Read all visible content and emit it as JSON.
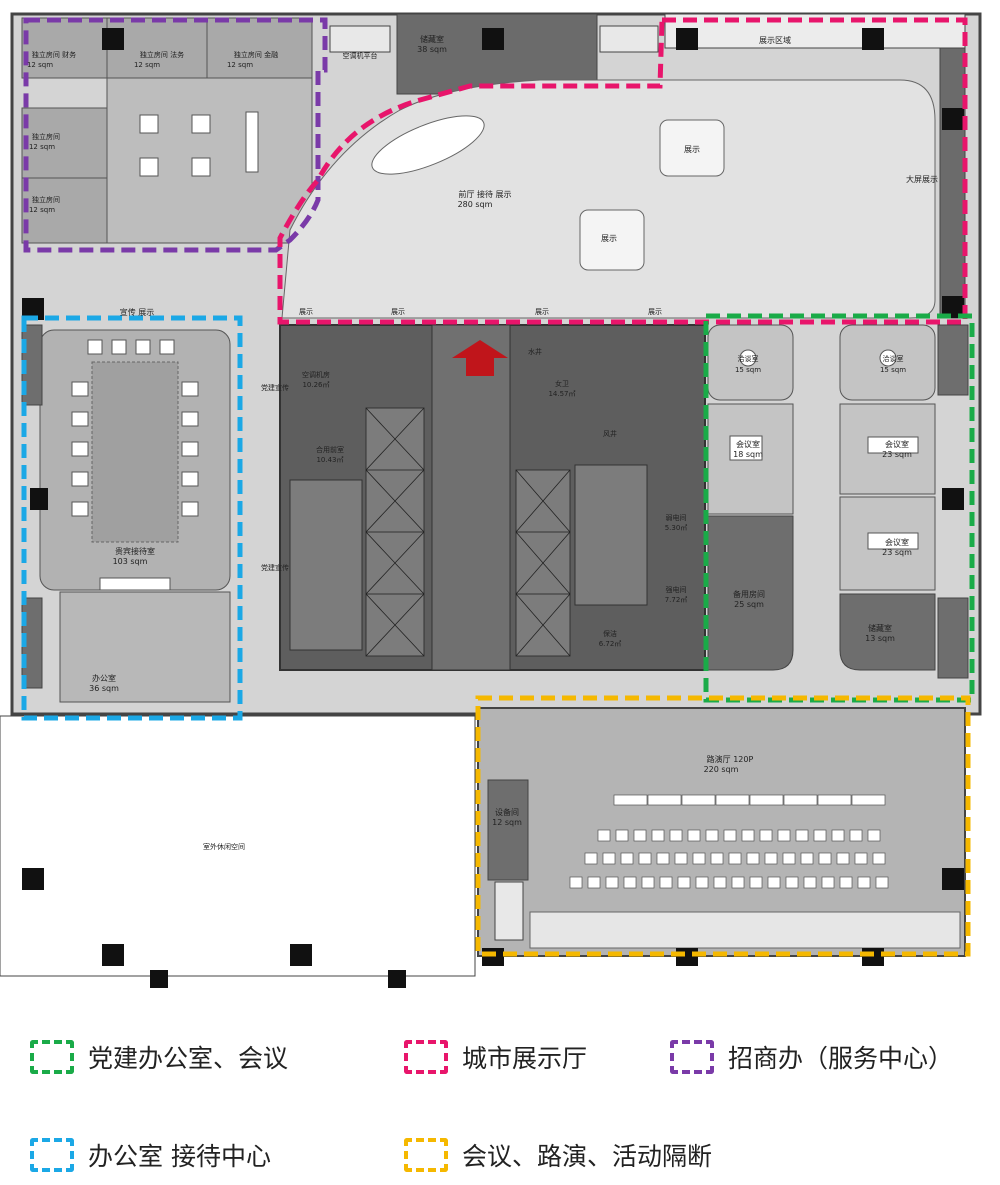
{
  "rooms": {
    "r1": {
      "name": "独立房间 财务",
      "area": "12 sqm"
    },
    "r2": {
      "name": "独立房间 法务",
      "area": "12 sqm"
    },
    "r3": {
      "name": "独立房间 金融",
      "area": "12 sqm"
    },
    "r4": {
      "name": "独立房间",
      "area": "12 sqm"
    },
    "r5": {
      "name": "独立房间",
      "area": "12 sqm"
    },
    "storage_top": {
      "name": "储藏室",
      "area": "38 sqm"
    },
    "exhibit_zone": {
      "name": "展示区域"
    },
    "bigscreen": {
      "name": "大屏展示"
    },
    "lobby": {
      "name": "前厅 接待 展示",
      "area": "280 sqm"
    },
    "show1": "展示",
    "show2": "展示",
    "propaganda": "宣传 展示",
    "vip": {
      "name": "贵宾接待室",
      "area": "103 sqm"
    },
    "office": {
      "name": "办公室",
      "area": "36 sqm"
    },
    "neg1": {
      "name": "洽谈室",
      "area": "15 sqm"
    },
    "neg2": {
      "name": "洽谈室",
      "area": "15 sqm"
    },
    "meet18": {
      "name": "会议室",
      "area": "18 sqm"
    },
    "meet23a": {
      "name": "会议室",
      "area": "23 sqm"
    },
    "meet23b": {
      "name": "会议室",
      "area": "23 sqm"
    },
    "spare": {
      "name": "备用房间",
      "area": "25 sqm"
    },
    "storage_r": {
      "name": "储藏室",
      "area": "13 sqm"
    },
    "road": {
      "name": "路演厅 120P",
      "area": "220 sqm"
    },
    "equip": {
      "name": "设备间",
      "area": "12 sqm"
    },
    "outdoor": "室外休闲空间",
    "party1": "党建宣传",
    "party2": "党建宣传",
    "core_ac": "空调机房",
    "core_ac_area": "10.26㎡",
    "core_mix": "合用前室",
    "core_mix_area": "10.43㎡",
    "core_wc_f": "女卫",
    "core_wc_f_area": "14.57㎡",
    "core_elec": "弱电间",
    "core_elec_area": "5.30㎡",
    "core_strong": "强电间",
    "core_strong_area": "7.72㎡",
    "core_cleaning": "保洁",
    "core_cleaning_area": "6.72㎡",
    "core_water": "水井",
    "core_wind": "风井",
    "ac_platform": "空调机平台",
    "top_show": [
      "展示",
      "展示",
      "展示",
      "展示"
    ]
  },
  "legend": [
    {
      "label": "党建办公室、会议",
      "color": "#1aab48"
    },
    {
      "label": "城市展示厅",
      "color": "#e8156b"
    },
    {
      "label": "招商办（服务中心）",
      "color": "#7a3aa8"
    },
    {
      "label": "办公室  接待中心",
      "color": "#1ba8e6"
    },
    {
      "label": "会议、路演、活动隔断",
      "color": "#f5b800"
    }
  ],
  "colors": {
    "arrow": "#c0151b",
    "core": "#5e5e5e",
    "room": "#9e9e9e",
    "floor": "#d6d6d6"
  }
}
